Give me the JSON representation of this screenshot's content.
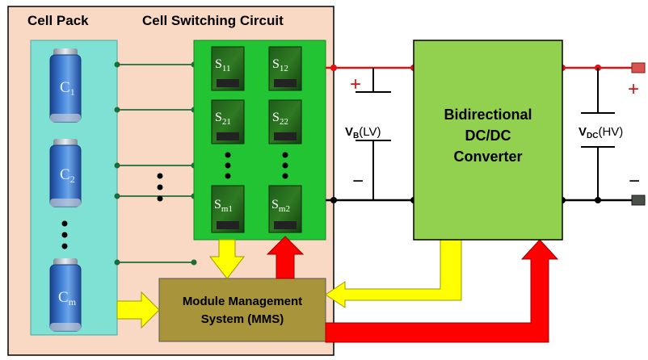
{
  "titles": {
    "cell_pack": "Cell Pack",
    "switching_circuit": "Cell Switching Circuit"
  },
  "cells": [
    {
      "main": "C",
      "sub": "1"
    },
    {
      "main": "C",
      "sub": "2"
    },
    {
      "main": "C",
      "sub": "m"
    }
  ],
  "switches": [
    {
      "main": "S",
      "sub": "11"
    },
    {
      "main": "S",
      "sub": "12"
    },
    {
      "main": "S",
      "sub": "21"
    },
    {
      "main": "S",
      "sub": "22"
    },
    {
      "main": "S",
      "sub": "m1"
    },
    {
      "main": "S",
      "sub": "m2"
    }
  ],
  "mms": {
    "line1": "Module Management",
    "line2": "System (MMS)"
  },
  "converter": {
    "line1": "Bidirectional",
    "line2": "DC/DC",
    "line3": "Converter"
  },
  "vb": {
    "main": "V",
    "sub": "B",
    "suffix": "(LV)"
  },
  "vdc": {
    "main": "V",
    "sub": "DC",
    "suffix": "(HV)"
  },
  "symbols": {
    "plus": "+",
    "minus": "−"
  },
  "colors": {
    "enclosure": "#f9d9c4",
    "cell_pack_bg": "#7fe0d4",
    "switch_bg": "#22c433",
    "converter_bg": "#92d050",
    "mms_bg": "#a8943a",
    "positive_rail": "#e01010",
    "yellow_arrow": "#ffff00",
    "red_arrow": "#ff0000"
  }
}
